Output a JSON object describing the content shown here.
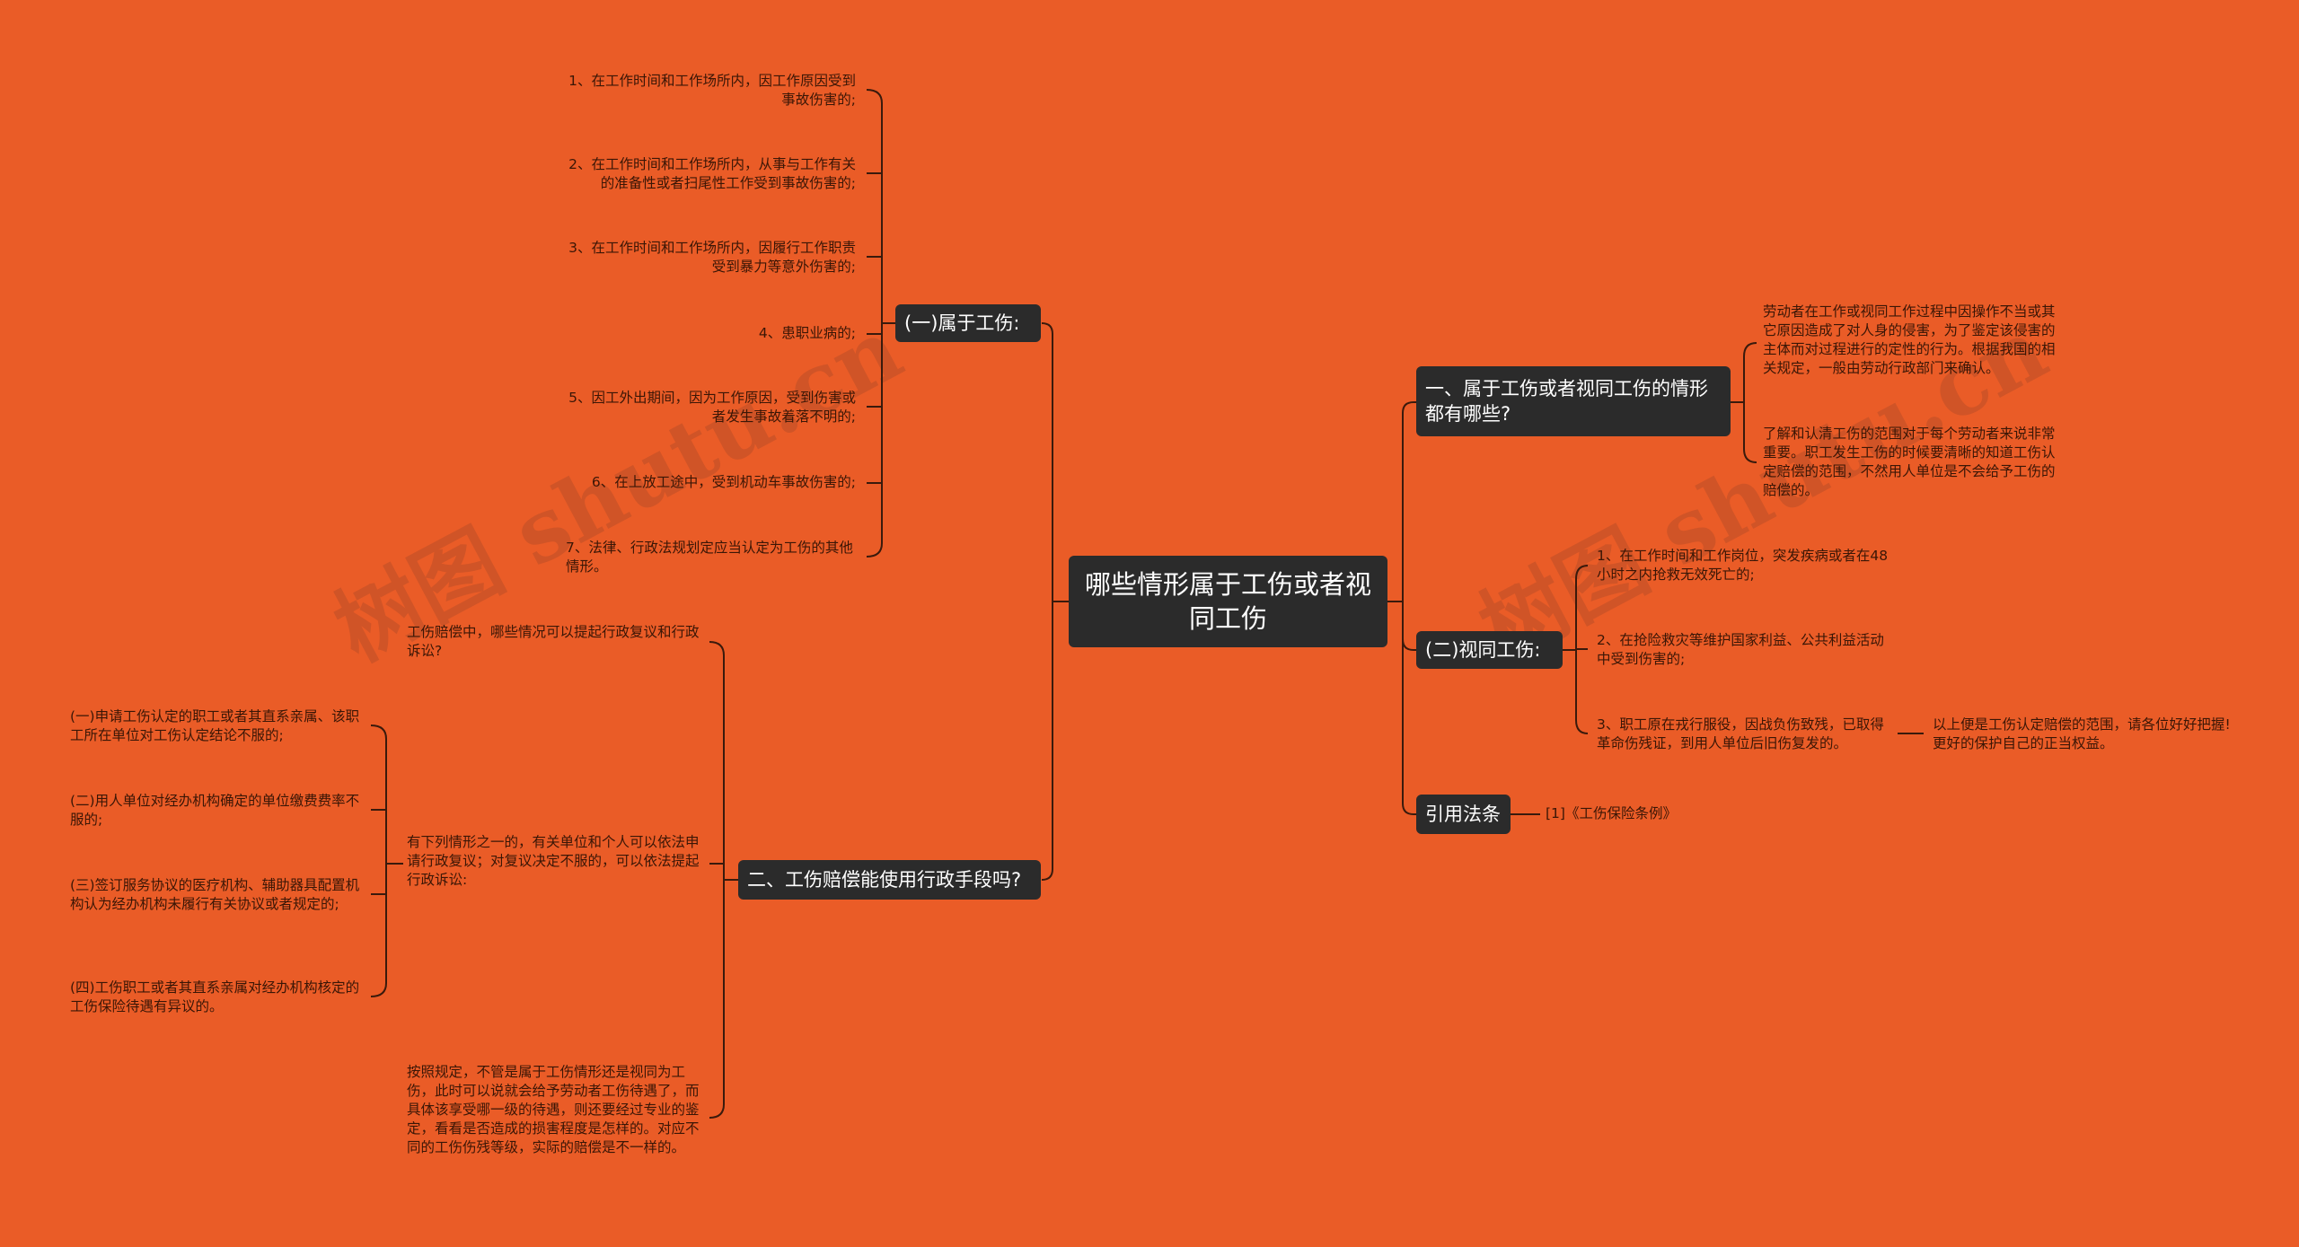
{
  "root": {
    "label": "哪些情形属于工伤或者视同工伤"
  },
  "left": {
    "belong": {
      "label": "(一)属于工伤:",
      "items": [
        "1、在工作时间和工作场所内，因工作原因受到事故伤害的;",
        "2、在工作时间和工作场所内，从事与工作有关的准备性或者扫尾性工作受到事故伤害的;",
        "3、在工作时间和工作场所内，因履行工作职责受到暴力等意外伤害的;",
        "4、患职业病的;",
        "5、因工外出期间，因为工作原因，受到伤害或者发生事故着落不明的;",
        "6、在上放工途中，受到机动车事故伤害的;",
        "7、法律、行政法规划定应当认定为工伤的其他情形。"
      ]
    },
    "admin": {
      "label": "二、工伤赔偿能使用行政手段吗?",
      "question": "工伤赔偿中，哪些情况可以提起行政复议和行政诉讼?",
      "condition": "有下列情形之一的，有关单位和个人可以依法申请行政复议；对复议决定不服的，可以依法提起行政诉讼:",
      "conditions": [
        "(一)申请工伤认定的职工或者其直系亲属、该职工所在单位对工伤认定结论不服的;",
        "(二)用人单位对经办机构确定的单位缴费费率不服的;",
        "(三)签订服务协议的医疗机构、辅助器具配置机构认为经办机构未履行有关协议或者规定的;",
        "(四)工伤职工或者其直系亲属对经办机构核定的工伤保险待遇有异议的。"
      ],
      "rule": "按照规定，不管是属于工伤情形还是视同为工伤，此时可以说就会给予劳动者工伤待遇了，而具体该享受哪一级的待遇，则还要经过专业的鉴定，看看是否造成的损害程度是怎样的。对应不同的工伤伤残等级，实际的赔偿是不一样的。"
    }
  },
  "right": {
    "situations": {
      "label": "一、属于工伤或者视同工伤的情形都有哪些?",
      "items": [
        "劳动者在工作或视同工作过程中因操作不当或其它原因造成了对人身的侵害，为了鉴定该侵害的主体而对过程进行的定性的行为。根据我国的相关规定，一般由劳动行政部门来确认。",
        "了解和认清工伤的范围对于每个劳动者来说非常重要。职工发生工伤的时候要清晰的知道工伤认定赔偿的范围，不然用人单位是不会给予工伤的赔偿的。"
      ]
    },
    "deemed": {
      "label": "(二)视同工伤:",
      "items": [
        "1、在工作时间和工作岗位，突发疾病或者在48小时之内抢救无效死亡的;",
        "2、在抢险救灾等维护国家利益、公共利益活动中受到伤害的;",
        "3、职工原在戎行服役，因战负伤致残，已取得革命伤残证，到用人单位后旧伤复发的。"
      ],
      "note": "以上便是工伤认定赔偿的范围，请各位好好把握!更好的保护自己的正当权益。"
    },
    "law": {
      "label": "引用法条",
      "item": "[1]《工伤保险条例》"
    }
  },
  "colors": {
    "background": "#ea5c27",
    "node": "#2b2b2b",
    "line": "#3a1a0c"
  }
}
